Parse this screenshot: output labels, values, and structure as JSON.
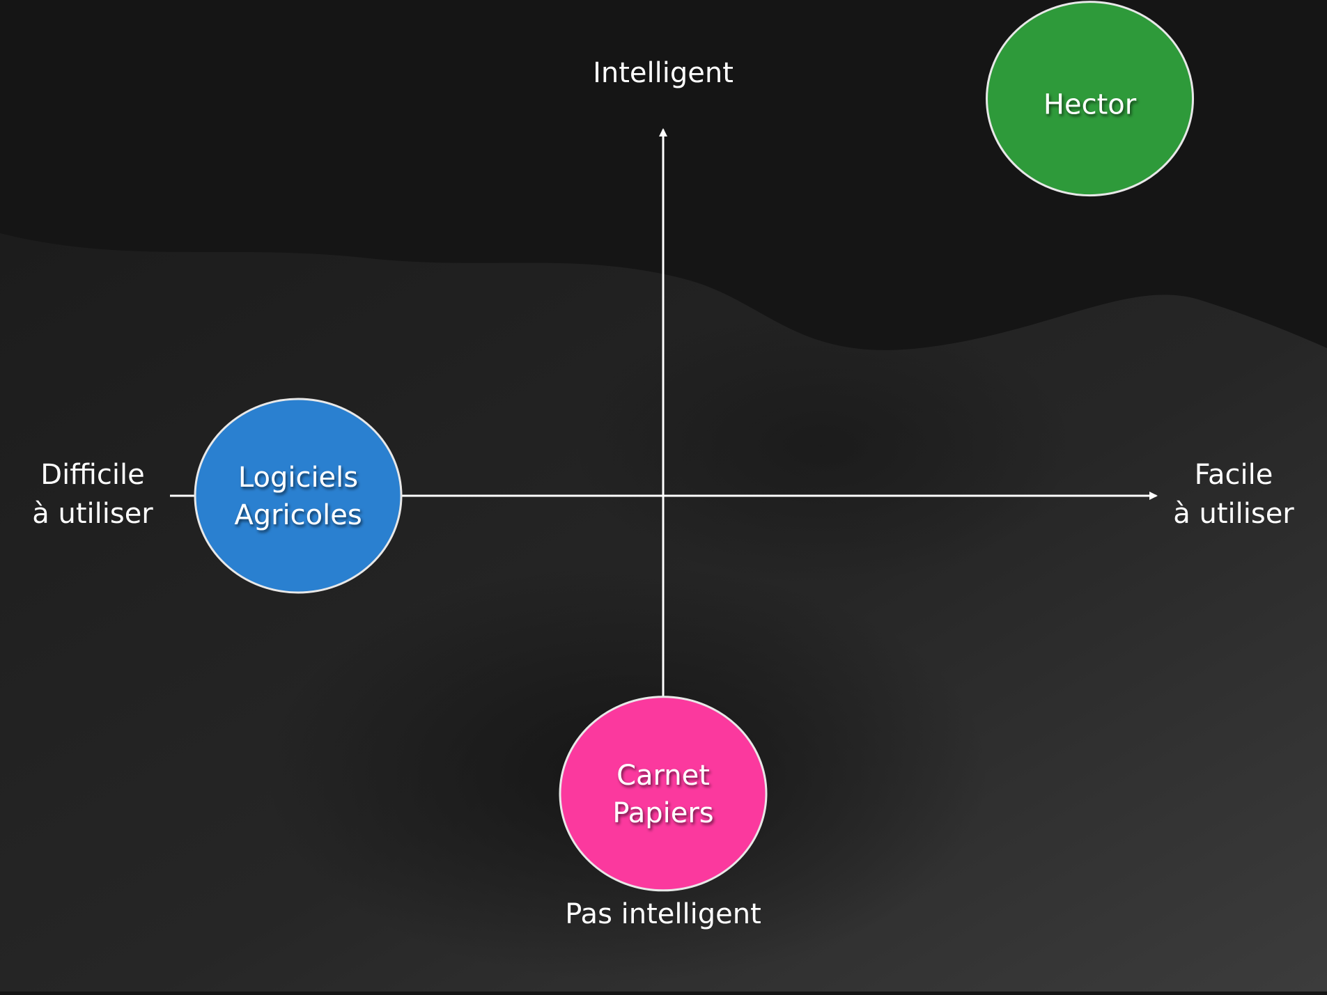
{
  "axes": {
    "top_label": "Intelligent",
    "bottom_label": "Pas intelligent",
    "left_label": [
      "Difficile",
      "à utiliser"
    ],
    "right_label": [
      "Facile",
      "à utiliser"
    ]
  },
  "bubbles": [
    {
      "id": "hector",
      "lines": [
        "Hector"
      ],
      "color": "#2e9a3a",
      "easy": 0.83,
      "smart": 0.92
    },
    {
      "id": "logiciels-agricoles",
      "lines": [
        "Logiciels",
        "Agricoles"
      ],
      "color": "#2a80d0",
      "easy": -0.71,
      "smart": 0.0
    },
    {
      "id": "carnet-papiers",
      "lines": [
        "Carnet",
        "Papiers"
      ],
      "color": "#fb399e",
      "easy": 0.0,
      "smart": -0.69
    }
  ],
  "colors": {
    "background_dark": "#151515",
    "background_light": "#3a3a3a",
    "axis": "#ffffff",
    "bubble_stroke": "#e8e8e8"
  }
}
